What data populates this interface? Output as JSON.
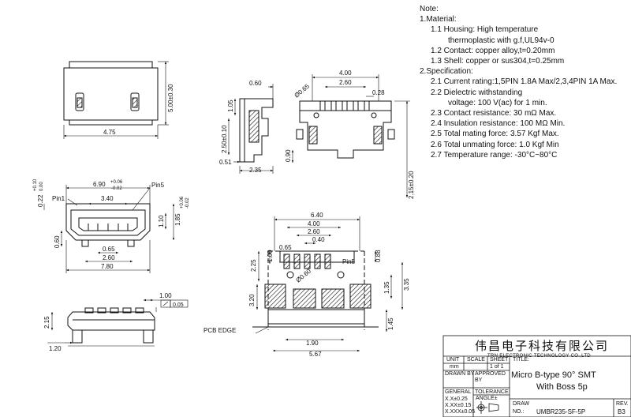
{
  "notes": {
    "heading": "Note:",
    "material_heading": "1.Material:",
    "material": [
      {
        "text": "1.1  Housing: High temperature",
        "cont": "thermoplastic with g.f,UL94v-0"
      },
      {
        "text": "1.2  Contact: copper alloy,t=0.20mm",
        "cont": ""
      },
      {
        "text": "1.3  Shell: copper or sus304,t=0.25mm",
        "cont": ""
      }
    ],
    "spec_heading": "2.Specification:",
    "spec": [
      {
        "text": "2.1  Current rating:1,5PIN 1.8A Max/2,3,4PIN 1A Max.",
        "cont": ""
      },
      {
        "text": "2.2  Dielectric withstanding",
        "cont": "voltage: 100 V(ac) for 1 min."
      },
      {
        "text": "2.3  Contact resistance: 30 mΩ Max.",
        "cont": ""
      },
      {
        "text": "2.4  Insulation resistance: 100 MΩ Min.",
        "cont": ""
      },
      {
        "text": "2.5  Total mating force: 3.57 Kgf Max.",
        "cont": ""
      },
      {
        "text": "2.6  Total unmating force: 1.0 Kgf Min",
        "cont": ""
      },
      {
        "text": "2.7  Temperature range: -30°C~80°C",
        "cont": ""
      }
    ]
  },
  "dims": {
    "top_view": {
      "width": "4.75",
      "height": "5.00±0.30"
    },
    "side_view": {
      "d060": "0.60",
      "d105": "1.05",
      "d250": "2.50±0.10",
      "d051": "0.51",
      "d235": "2.35"
    },
    "rear_view": {
      "d400": "4.00",
      "d260": "2.60",
      "phi065": "Ø0.65",
      "d028": "0.28",
      "d090": "0.90",
      "d215": "2.15±0.20"
    },
    "front_view": {
      "d690": "6.90",
      "d690_tol_plus": "+0.06",
      "d690_tol_minus": "-0.02",
      "d340": "3.40",
      "pin1": "Pin1",
      "pin5": "Pin5",
      "d022": "0.22",
      "d022_plus": "+0.10",
      "d022_minus": "0.00",
      "d185": "1.85",
      "d185_plus": "+0.06",
      "d185_minus": "-0.02",
      "d110": "1.10",
      "d060": "0.60",
      "d065": "0.65",
      "d260": "2.60",
      "d780": "7.80"
    },
    "bottom_side": {
      "d100": "1.00",
      "flat": "0.05",
      "d215": "2.15",
      "d120": "1.20",
      "pcb": "PCB EDGE"
    },
    "footprint": {
      "d640": "6.40",
      "d400": "4.00",
      "d260": "2.60",
      "d040": "0.40",
      "d225": "2.25",
      "d100": "1.00",
      "d065": "0.65",
      "d088": "0.88",
      "pin5": "Pin5",
      "phi": "Ø0.60",
      "d135": "1.35",
      "d335": "3.35",
      "d320": "3.20",
      "d145": "1.45",
      "d190": "1.90",
      "d567": "5.67"
    }
  },
  "title_block": {
    "company_cn": "伟昌电子科技有限公司",
    "company_en": "TRN ELECTRONIC TECHNOLOGY CO.,LTD",
    "unit_label": "UNIT",
    "scale_label": "SCALE",
    "sheet_label": "SHEET",
    "unit": "mm",
    "sheet": "1 of 1",
    "drawn_label": "DRAWN BY",
    "approved_label": "APPROVED BY",
    "title_label": "TITLE:",
    "title_line1": "Micro B-type 90°  SMT",
    "title_line2": "With Boss 5p",
    "general_label": "GENERAL",
    "tolerance_label": "TOLERANCE",
    "tol1": "X.X±0.25",
    "tol2": "X.XX±0.15",
    "tol3": "X.XXX±0.05",
    "angle_label": "ANGLE±",
    "draw_label": "DRAW",
    "no_label": "NO.:",
    "draw_no": "UMBR235-SF-5P",
    "rev_label": "REV.",
    "rev": "B3"
  }
}
